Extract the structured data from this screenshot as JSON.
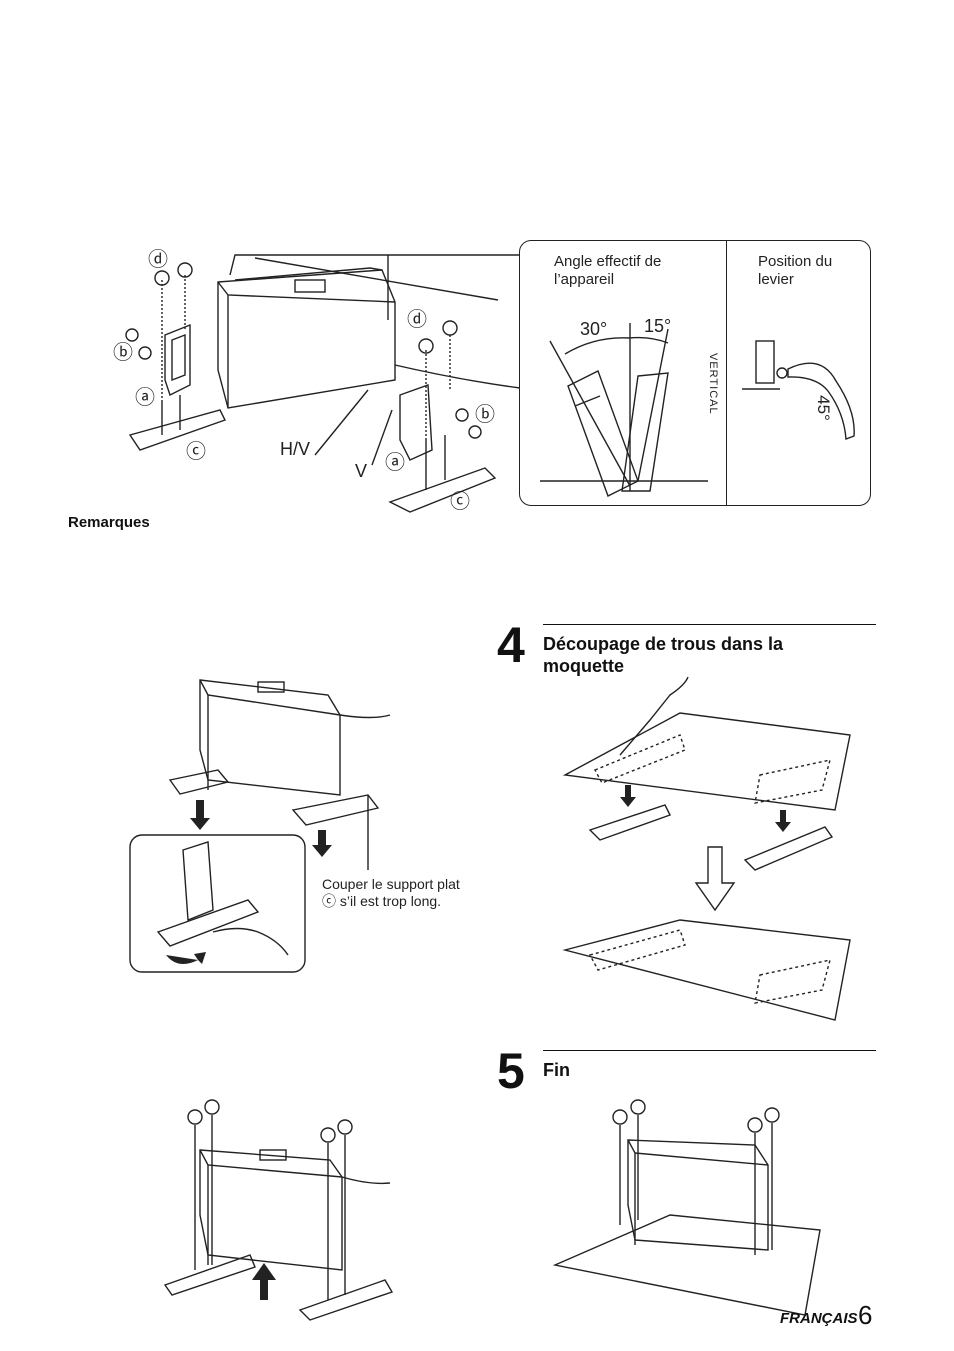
{
  "top_figure": {
    "labels": {
      "d1": "ⓓ",
      "b1": "ⓑ",
      "a1": "ⓐ",
      "c1": "ⓒ",
      "hv": "H/V",
      "v": "V",
      "d2": "ⓓ",
      "b2": "ⓑ",
      "a2": "ⓐ",
      "c2": "ⓒ"
    }
  },
  "angle_box": {
    "left_title": "Angle effectif de l’appareil",
    "angle_30": "30°",
    "angle_15": "15°",
    "right_title": "Position du levier",
    "vertical_label": "VERTICAL",
    "angle_45": "45°"
  },
  "remarks_heading": "Remarques",
  "cut_note": "Couper le support plat ⓒ s’il est trop long.",
  "step4": {
    "number": "4",
    "title": "Découpage de trous dans la moquette"
  },
  "step5": {
    "number": "5",
    "title": "Fin"
  },
  "footer": {
    "language": "FRANÇAIS",
    "page": "6"
  }
}
